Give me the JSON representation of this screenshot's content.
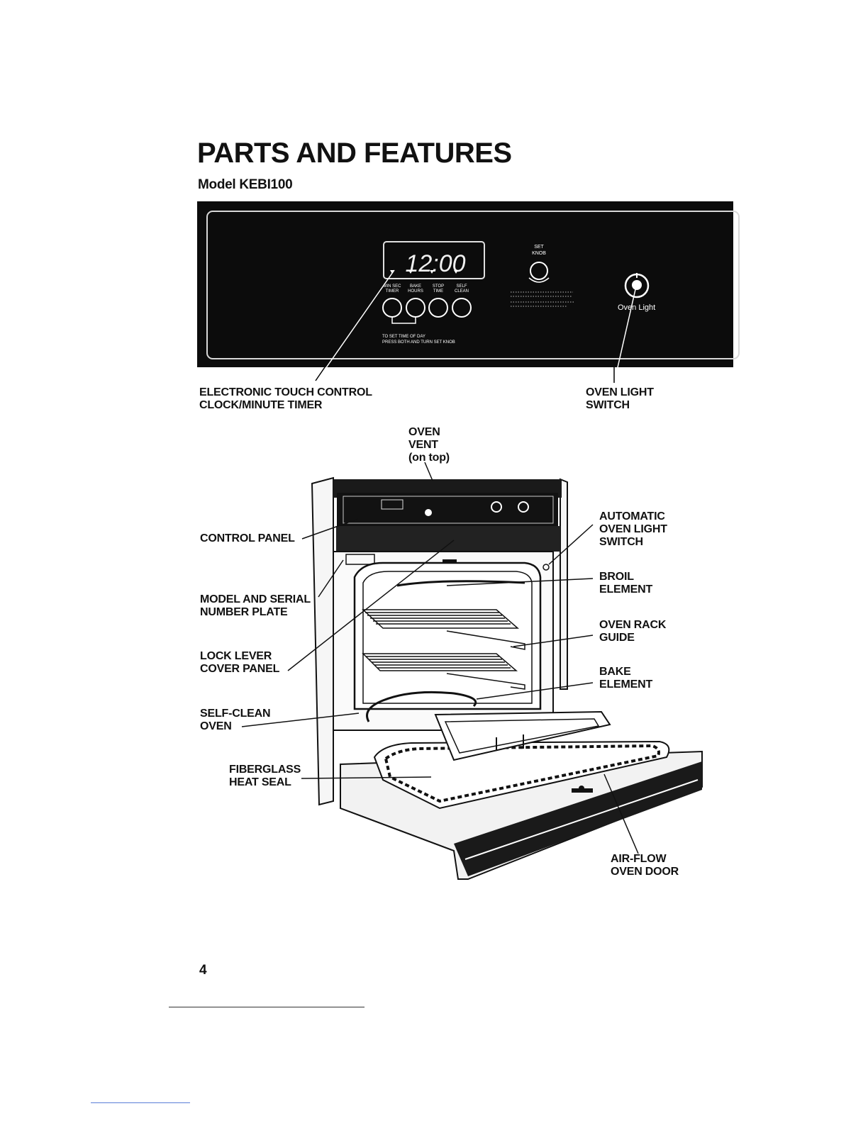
{
  "page": {
    "title": "PARTS AND FEATURES",
    "model": "Model KEBI100",
    "page_number": "4"
  },
  "control_panel": {
    "display": "12:00",
    "set_knob": [
      "SET",
      "KNOB"
    ],
    "buttons": [
      [
        "MIN SEC",
        "TIMER"
      ],
      [
        "BAKE",
        "HOURS"
      ],
      [
        "STOP",
        "TIME"
      ],
      [
        "SELF",
        "CLEAN"
      ]
    ],
    "set_time_note": [
      "TO SET TIME OF DAY",
      "PRESS BOTH AND TURN SET KNOB"
    ],
    "oven_light_label": "Oven Light"
  },
  "callouts": {
    "electronic_touch_control": [
      "ELECTRONIC TOUCH CONTROL",
      "CLOCK/MINUTE TIMER"
    ],
    "oven_light_switch": [
      "OVEN LIGHT",
      "SWITCH"
    ],
    "oven_vent": [
      "OVEN",
      "VENT",
      "(on top)"
    ],
    "control_panel": [
      "CONTROL PANEL"
    ],
    "model_serial": [
      "MODEL AND SERIAL",
      "NUMBER PLATE"
    ],
    "lock_lever": [
      "LOCK LEVER",
      "COVER PANEL"
    ],
    "self_clean_oven": [
      "SELF-CLEAN",
      "OVEN"
    ],
    "fiberglass_seal": [
      "FIBERGLASS",
      "HEAT SEAL"
    ],
    "automatic_light": [
      "AUTOMATIC",
      "OVEN LIGHT",
      "SWITCH"
    ],
    "broil_element": [
      "BROIL",
      "ELEMENT"
    ],
    "rack_guide": [
      "OVEN RACK",
      "GUIDE"
    ],
    "bake_element": [
      "BAKE",
      "ELEMENT"
    ],
    "airflow_door": [
      "AIR-FLOW",
      "OVEN DOOR"
    ]
  }
}
